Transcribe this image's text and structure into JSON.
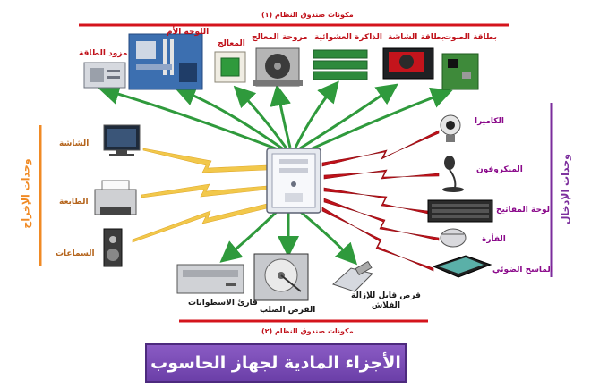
{
  "system_unit_components_1": "مكونات صندوق النظام (١)",
  "system_unit_components_2": "مكونات صندوق النظام (٢)",
  "title": "الأجزاء المادية لجهاز الحاسوب",
  "output_units": "وحدات الإخراج",
  "input_units": "وحدات الإدخال",
  "top_components": [
    {
      "label": "مزود الطاقة",
      "icon": "power-supply-icon"
    },
    {
      "label": "اللوحة الأم",
      "icon": "motherboard-icon"
    },
    {
      "label": "المعالج",
      "icon": "processor-icon"
    },
    {
      "label": "مروحة المعالج",
      "icon": "cpu-fan-icon"
    },
    {
      "label": "الذاكرة العشوائية",
      "icon": "ram-icon"
    },
    {
      "label": "بطاقة الشاشة",
      "icon": "graphics-card-icon"
    },
    {
      "label": "بطاقة الصوت",
      "icon": "sound-card-icon"
    }
  ],
  "output_devices": [
    {
      "label": "الشاشة",
      "icon": "monitor-icon"
    },
    {
      "label": "الطابعة",
      "icon": "printer-icon"
    },
    {
      "label": "السماعات",
      "icon": "speaker-icon"
    }
  ],
  "input_devices": [
    {
      "label": "الكاميرا",
      "icon": "webcam-icon"
    },
    {
      "label": "الميكروفون",
      "icon": "microphone-icon"
    },
    {
      "label": "لوحة المفاتيح",
      "icon": "keyboard-icon"
    },
    {
      "label": "الفأرة",
      "icon": "mouse-icon"
    },
    {
      "label": "الماسح الضوئي",
      "icon": "scanner-icon"
    }
  ],
  "bottom_components": [
    {
      "label": "قارئ الاسطوانات",
      "icon": "optical-drive-icon"
    },
    {
      "label": "القرص الصلب",
      "icon": "hard-disk-icon"
    },
    {
      "label": "قرص قابل للإزالة\nالفلاش",
      "icon": "usb-flash-icon"
    }
  ],
  "colors": {
    "top_arrows": "#2f9a3c",
    "output_arrows": "#f2c84b",
    "input_arrows": "#c0111a",
    "red_rule": "#d4141c",
    "orange_rule": "#f08a24",
    "purple_rule": "#7b2d9c",
    "title_bg": "#7a4fb8"
  }
}
